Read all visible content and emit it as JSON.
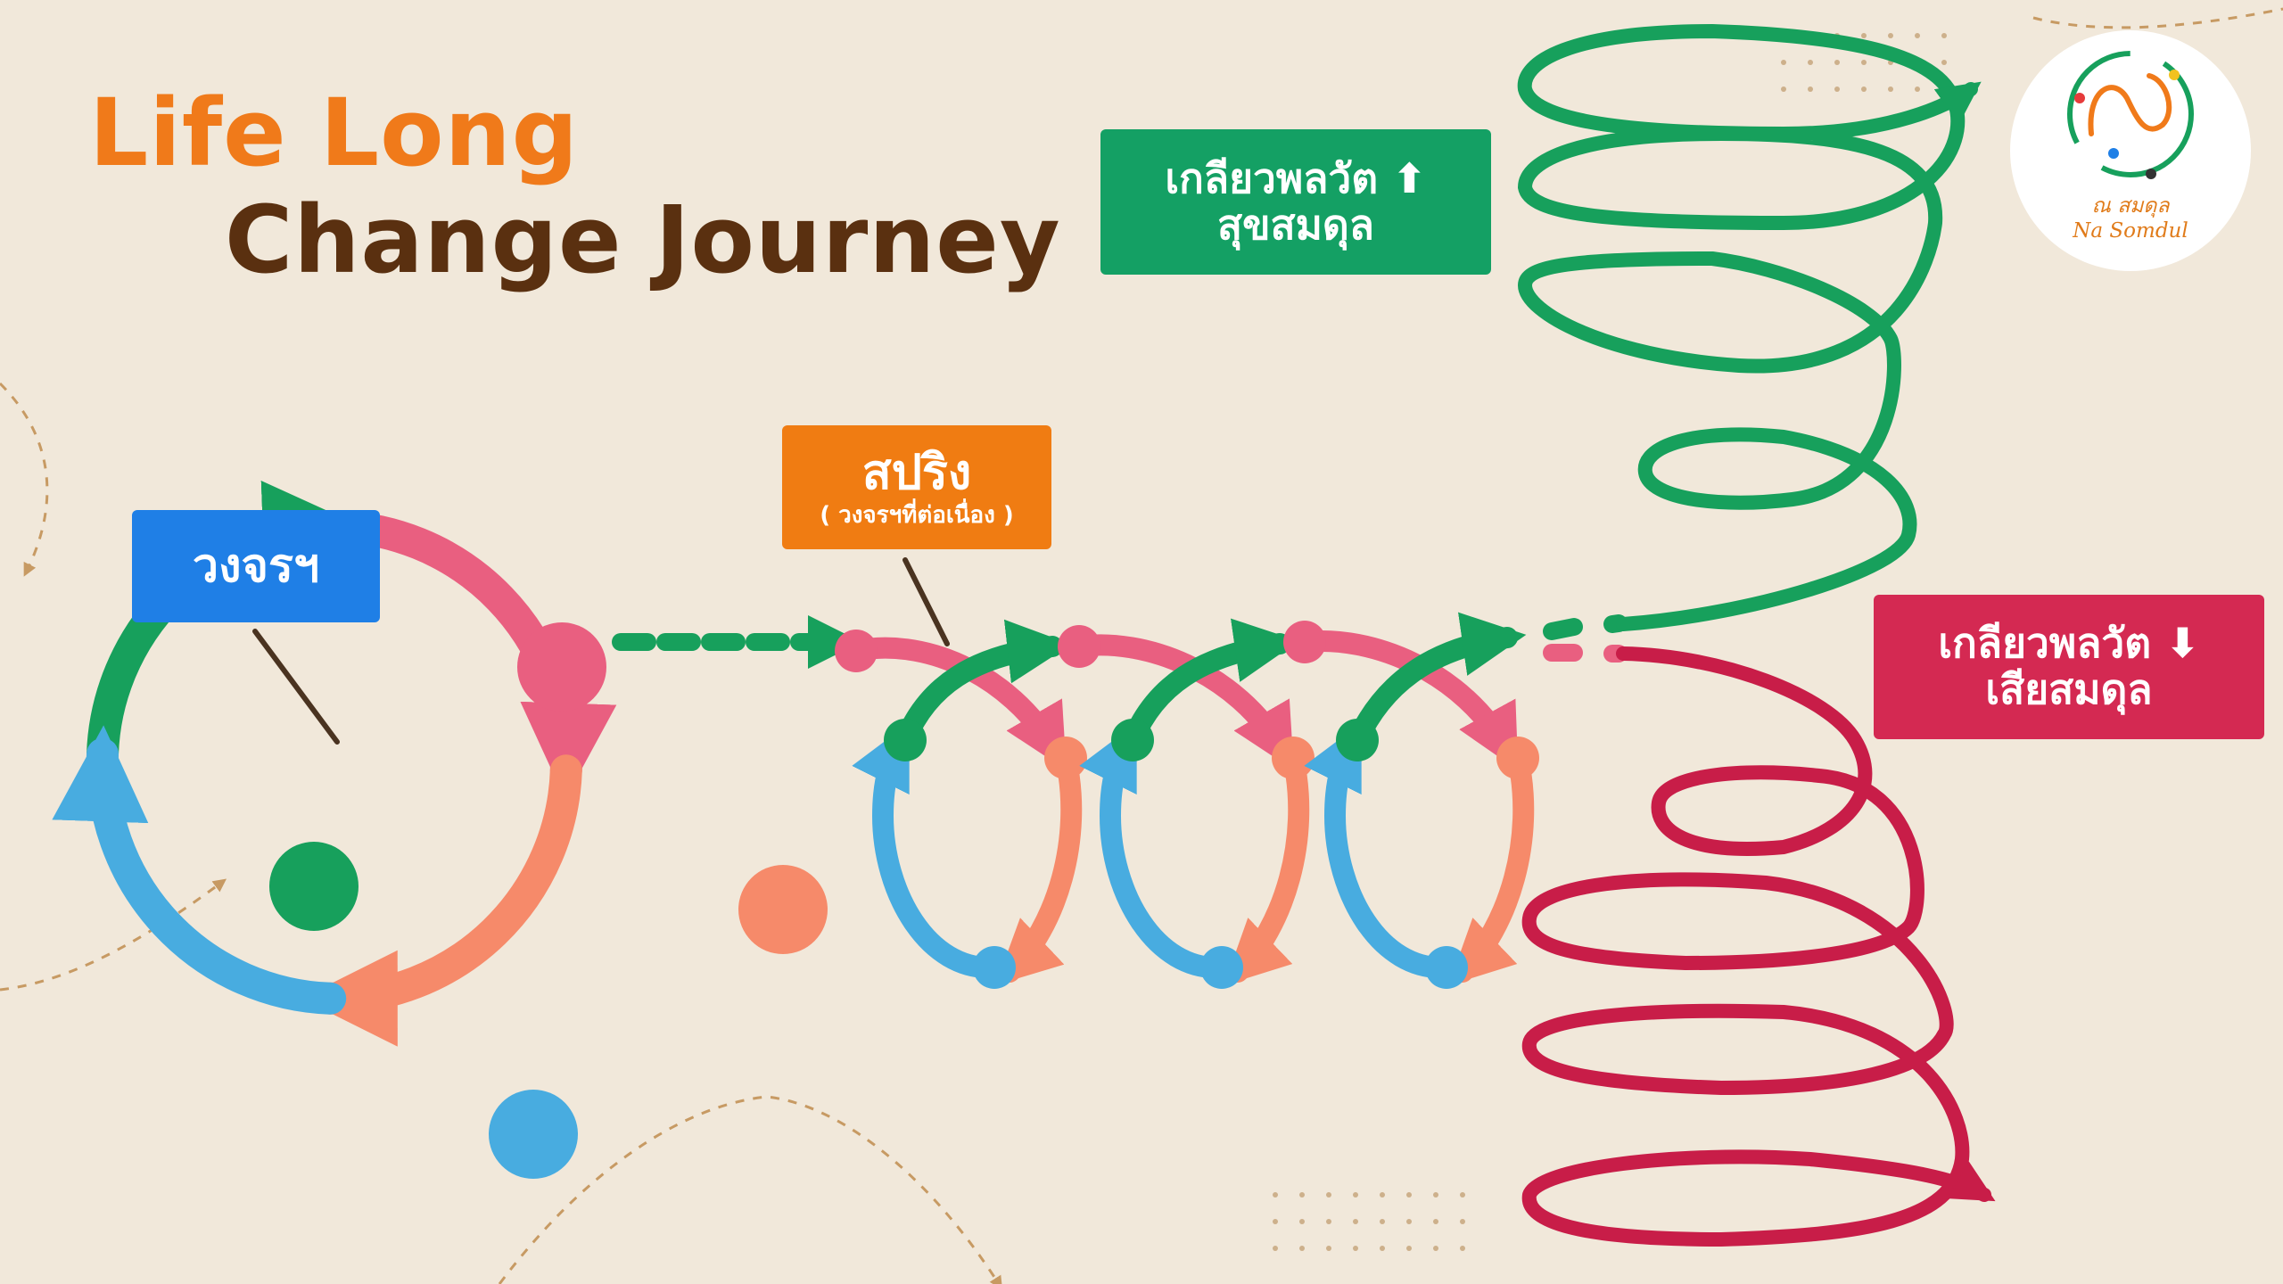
{
  "title": {
    "line1": "Life Long",
    "line2": "Change Journey"
  },
  "labels": {
    "cycle": "วงจรฯ",
    "spring_main": "สปริง",
    "spring_sub": "( วงจรฯที่ต่อเนื่อง )",
    "upward_line1": "เกลียวพลวัต ⬆",
    "upward_line2": "สุขสมดุล",
    "downward_line1": "เกลียวพลวัต ⬇",
    "downward_line2": "เสียสมดุล"
  },
  "logo": {
    "thai": "ณ สมดุล",
    "latin": "Na Somdul",
    "icon": "spiral-logo-icon"
  },
  "colors": {
    "background": "#f1e8da",
    "green": "#17a05c",
    "pink": "#e95f80",
    "salmon": "#f68a6a",
    "blue": "#48ace0",
    "crimson": "#d42952",
    "orange": "#f07a1a",
    "brown": "#5a3010",
    "leader_line": "#4a3320"
  }
}
